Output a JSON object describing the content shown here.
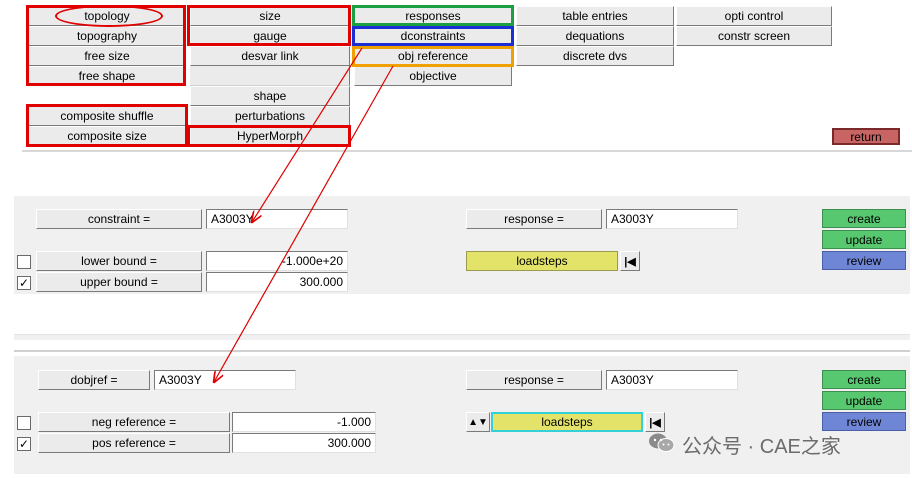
{
  "colors": {
    "highlight_red": "#e00000",
    "highlight_green": "#1aa040",
    "highlight_blue": "#1c2fd6",
    "highlight_orange": "#f0a000",
    "create": "#58c870",
    "review": "#6f86d6",
    "loadsteps": "#e3e36a",
    "return": "#c86464"
  },
  "menu": {
    "col1": [
      "topology",
      "topography",
      "free size",
      "free shape",
      "composite shuffle",
      "composite size"
    ],
    "col2": [
      "size",
      "gauge",
      "desvar link",
      "shape",
      "perturbations",
      "HyperMorph"
    ],
    "col3": [
      "responses",
      "dconstraints",
      "obj reference",
      "objective"
    ],
    "col4": [
      "table entries",
      "dequations",
      "discrete dvs"
    ],
    "col5": [
      "opti control",
      "constr screen"
    ],
    "return_label": "return"
  },
  "constraint_panel": {
    "constraint_label": "constraint =",
    "constraint_value": "A3003Y",
    "lower_bound_label": "lower bound =",
    "lower_bound_value": "-1.000e+20",
    "lower_bound_checked": "",
    "upper_bound_label": "upper bound =",
    "upper_bound_value": "300.000",
    "upper_bound_checked": "✓",
    "response_label": "response =",
    "response_value": "A3003Y",
    "loadsteps_label": "loadsteps",
    "skip_icon": "skip-to-start-icon",
    "create_label": "create",
    "update_label": "update",
    "review_label": "review"
  },
  "dobjref_panel": {
    "dobjref_label": "dobjref =",
    "dobjref_value": "A3003Y",
    "neg_label": "neg reference =",
    "neg_value": "-1.000",
    "neg_checked": "",
    "pos_label": "pos reference =",
    "pos_value": "300.000",
    "pos_checked": "✓",
    "response_label": "response =",
    "response_value": "A3003Y",
    "loadsteps_label": "loadsteps",
    "toggle_icon": "up-down-arrow-icon",
    "skip_icon": "skip-to-start-icon",
    "create_label": "create",
    "update_label": "update",
    "review_label": "review"
  },
  "watermark": {
    "text": "公众号 · CAE之家",
    "icon": "wechat-icon"
  }
}
